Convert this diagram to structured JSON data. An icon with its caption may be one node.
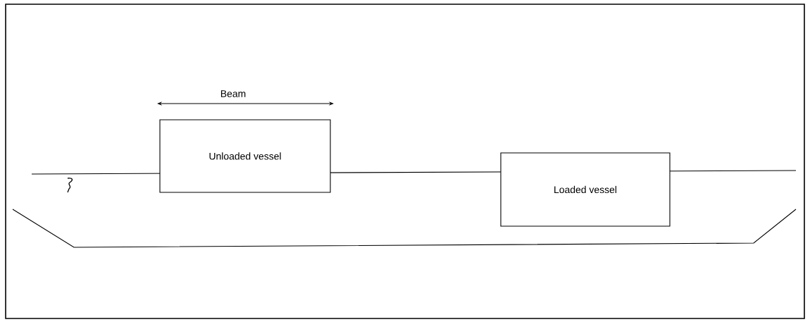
{
  "diagram": {
    "nodes": [
      {
        "text": [
          "Unloaded vessel"
        ]
      },
      {
        "text": [
          "Loaded vessel"
        ]
      }
    ],
    "labels": [
      "Beam"
    ]
  }
}
